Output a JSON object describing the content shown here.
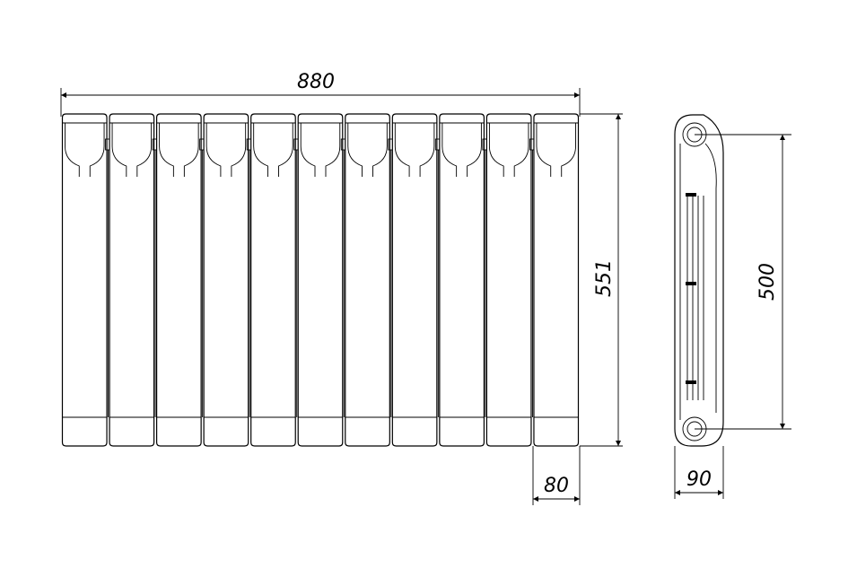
{
  "drawing": {
    "front_view": {
      "section_count": 11,
      "overall_length_label": "880",
      "height_label": "551",
      "section_width_label": "80"
    },
    "side_view": {
      "connection_spacing_label": "500",
      "depth_label": "90"
    },
    "colors": {
      "line": "#000000",
      "background": "#ffffff"
    }
  }
}
